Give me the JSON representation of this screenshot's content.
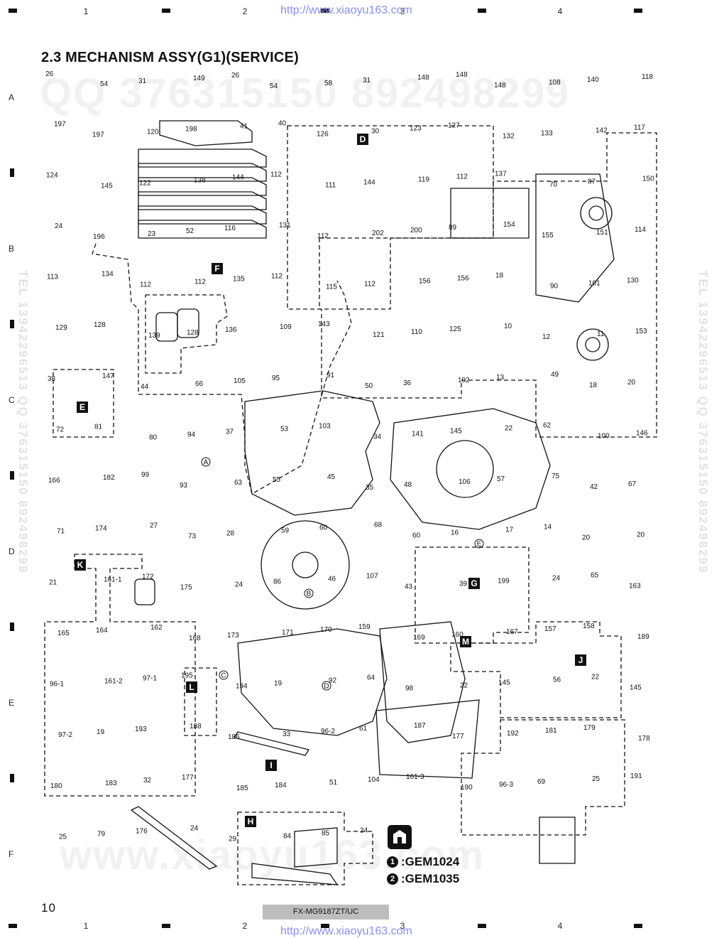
{
  "header": {
    "url": "http://www.xiaoyu163.com",
    "col_numbers": [
      "1",
      "2",
      "3",
      "4"
    ]
  },
  "row_letters": [
    "A",
    "B",
    "C",
    "D",
    "E",
    "F"
  ],
  "title": "2.3 MECHANISM ASSY(G1)(SERVICE)",
  "watermarks": {
    "top": "QQ 376315150   892498299",
    "bottom": "www.xiaoyu163.com",
    "side_left": "TEL 13942296513 QQ 376315150 892498299",
    "side_right": "TEL 13942296513 QQ 376315150 892498299"
  },
  "diagram": {
    "section_labels": [
      "D",
      "F",
      "E",
      "K",
      "G",
      "M",
      "J",
      "L",
      "I",
      "H"
    ],
    "circle_refs": [
      "A",
      "B",
      "C",
      "D",
      "E"
    ],
    "callouts": [
      "26",
      "54",
      "31",
      "149",
      "26",
      "54",
      "58",
      "31",
      "148",
      "148",
      "148",
      "108",
      "140",
      "118",
      "197",
      "197",
      "120",
      "198",
      "41",
      "40",
      "126",
      "30",
      "123",
      "127",
      "132",
      "133",
      "142",
      "117",
      "124",
      "145",
      "122",
      "138",
      "144",
      "112",
      "111",
      "144",
      "119",
      "112",
      "137",
      "70",
      "87",
      "150",
      "24",
      "196",
      "23",
      "52",
      "116",
      "131",
      "112",
      "202",
      "200",
      "89",
      "154",
      "155",
      "151",
      "114",
      "113",
      "134",
      "112",
      "112",
      "135",
      "112",
      "115",
      "112",
      "156",
      "156",
      "18",
      "90",
      "101",
      "130",
      "129",
      "128",
      "139",
      "128",
      "136",
      "109",
      "143",
      "121",
      "110",
      "125",
      "10",
      "12",
      "11",
      "153",
      "38",
      "147",
      "44",
      "66",
      "105",
      "95",
      "91",
      "50",
      "36",
      "102",
      "13",
      "49",
      "18",
      "20",
      "72",
      "81",
      "80",
      "94",
      "37",
      "53",
      "103",
      "34",
      "141",
      "145",
      "22",
      "62",
      "100",
      "146",
      "166",
      "182",
      "99",
      "93",
      "63",
      "55",
      "45",
      "35",
      "48",
      "106",
      "57",
      "75",
      "42",
      "67",
      "71",
      "174",
      "27",
      "73",
      "28",
      "59",
      "60",
      "68",
      "60",
      "16",
      "17",
      "14",
      "20",
      "20",
      "21",
      "161-1",
      "172",
      "175",
      "24",
      "86",
      "46",
      "107",
      "43",
      "39",
      "199",
      "24",
      "65",
      "163",
      "165",
      "164",
      "162",
      "168",
      "173",
      "171",
      "170",
      "159",
      "169",
      "160",
      "167",
      "157",
      "158",
      "189",
      "96-1",
      "161-2",
      "97-1",
      "195",
      "194",
      "19",
      "92",
      "64",
      "98",
      "22",
      "145",
      "56",
      "22",
      "145",
      "97-2",
      "19",
      "193",
      "188",
      "186",
      "33",
      "96-2",
      "61",
      "187",
      "177",
      "192",
      "181",
      "179",
      "178",
      "180",
      "183",
      "32",
      "177",
      "185",
      "184",
      "51",
      "104",
      "161-3",
      "190",
      "96-3",
      "69",
      "25",
      "191",
      "25",
      "79",
      "176",
      "24",
      "29",
      "84",
      "85",
      "24"
    ]
  },
  "legend": {
    "items": [
      {
        "marker": "1",
        "code": ":GEM1024"
      },
      {
        "marker": "2",
        "code": ":GEM1035"
      }
    ]
  },
  "footer": {
    "page_number": "10",
    "model": "FX-MG9187ZT/UC",
    "url": "http://www.xiaoyu163.com",
    "col_numbers": [
      "1",
      "2",
      "3",
      "4"
    ]
  }
}
